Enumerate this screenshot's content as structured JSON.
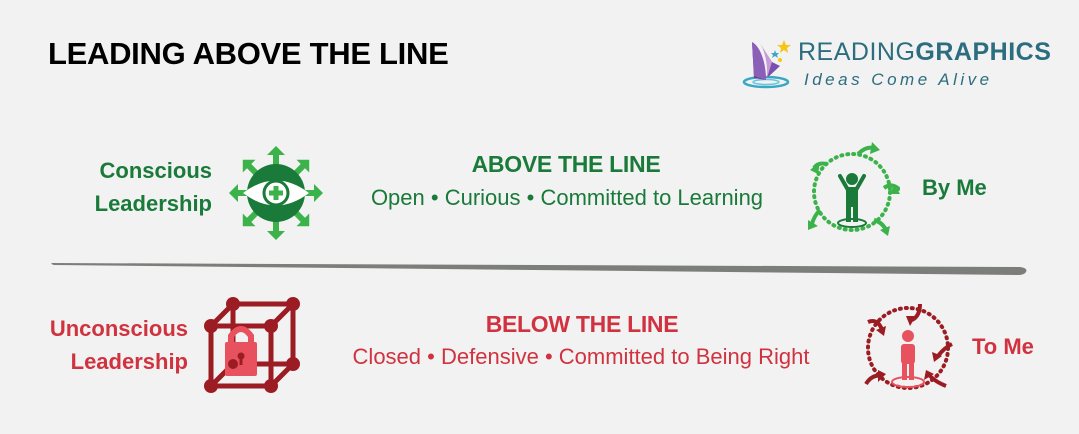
{
  "page": {
    "title": "LEADING ABOVE THE LINE"
  },
  "logo": {
    "brand_light": "READING",
    "brand_bold": "GRAPHICS",
    "tagline": "Ideas Come Alive",
    "icon": "book-with-stars-icon"
  },
  "colors": {
    "background": "#f2f2f2",
    "above_green": "#1a7a3a",
    "above_light_green": "#3cb34a",
    "below_red": "#d0333f",
    "below_dark_red": "#9b1c22",
    "below_pink": "#e8525e",
    "divider_gray": "#7c7e7a",
    "logo_teal": "#2c6d7f"
  },
  "above": {
    "left_label_line1": "Conscious",
    "left_label_line2": "Leadership",
    "left_icon": "eye-with-arrows-icon",
    "heading": "ABOVE THE LINE",
    "traits": [
      "Open",
      "Curious",
      "Committed to Learning"
    ],
    "separator": "•",
    "right_icon": "person-arms-raised-outward-arrows-icon",
    "right_label": "By Me"
  },
  "below": {
    "left_label_line1": "Unconscious",
    "left_label_line2": "Leadership",
    "left_icon": "locked-cube-icon",
    "heading": "BELOW THE LINE",
    "traits": [
      "Closed",
      "Defensive",
      "Committed to Being Right"
    ],
    "separator": "•",
    "right_icon": "person-inward-arrows-icon",
    "right_label": "To Me"
  }
}
